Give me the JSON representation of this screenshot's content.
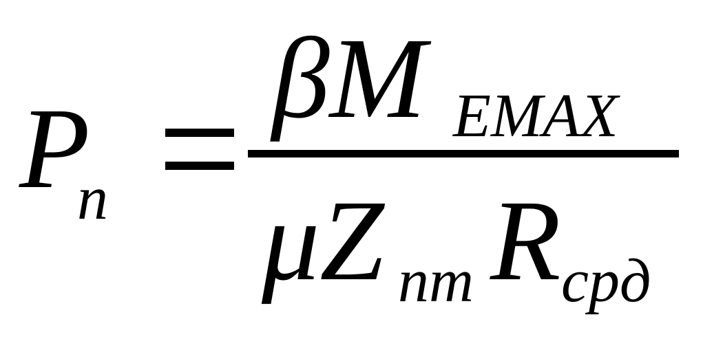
{
  "formula": {
    "lhs": {
      "main": "P",
      "sub": "n"
    },
    "operator": "=",
    "numerator": {
      "main": "βM",
      "sub": "EMAX"
    },
    "denominator": {
      "part1": {
        "main": "μZ",
        "sub": "nm"
      },
      "part2": {
        "main": "R",
        "sub": "cpд"
      }
    }
  }
}
